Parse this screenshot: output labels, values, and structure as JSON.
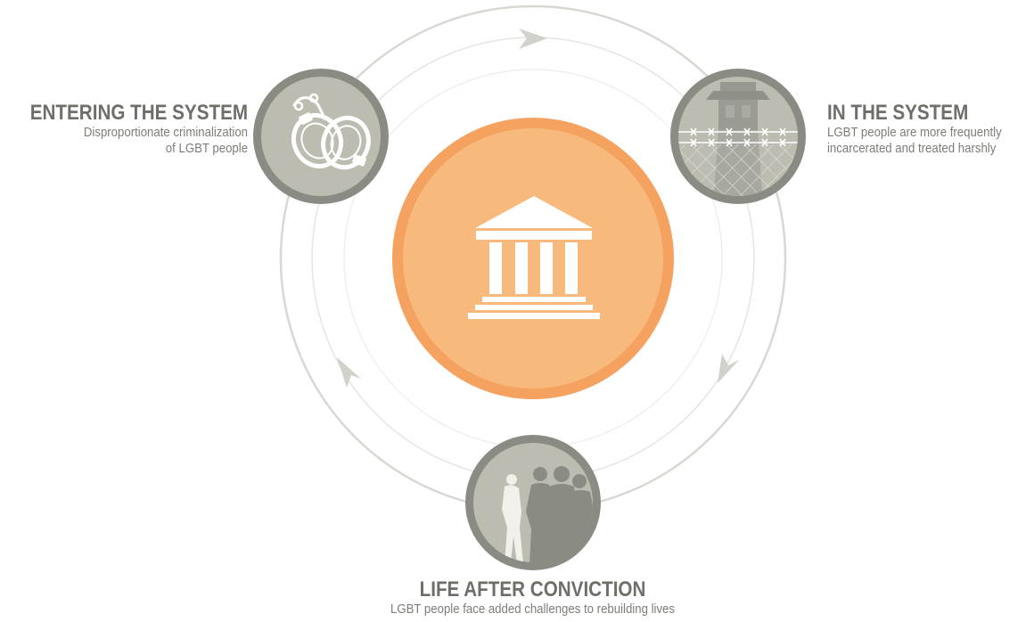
{
  "colors": {
    "accent_outer": "#f5a260",
    "accent_inner": "#f8b97c",
    "node_ring": "#8a8c83",
    "node_fill": "#bdbcb0",
    "cycle_line": "#d8d8d2",
    "title_text": "#6e6f68",
    "desc_text": "#7c7d77"
  },
  "center": {
    "icon": "courthouse-icon"
  },
  "stages": {
    "entering": {
      "title": "ENTERING THE SYSTEM",
      "line1": "Disproportionate criminalization",
      "line2": "of LGBT people",
      "icon": "handcuffs-icon"
    },
    "in_system": {
      "title": "IN THE SYSTEM",
      "line1": "LGBT people are more frequently",
      "line2": "incarcerated and treated harshly",
      "icon": "prison-tower-icon"
    },
    "after": {
      "title": "LIFE AFTER CONVICTION",
      "line1": "LGBT people face added challenges to rebuilding lives",
      "icon": "people-silhouettes-icon"
    }
  },
  "cycle_direction": "clockwise"
}
